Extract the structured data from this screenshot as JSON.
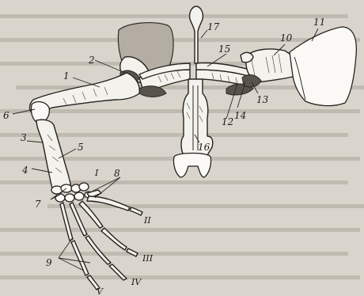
{
  "labels": {
    "l1": "1",
    "l2": "2",
    "l3": "3",
    "l4": "4",
    "l5": "5",
    "l6": "6",
    "l7": "7",
    "l8": "8",
    "l9": "9",
    "l10": "10",
    "l11": "11",
    "l12": "12",
    "l13": "13",
    "l14": "14",
    "l15": "15",
    "l16": "16",
    "l17": "17"
  },
  "digits": {
    "d1": "I",
    "d2": "II",
    "d3": "III",
    "d4": "IV",
    "d5": "V"
  }
}
